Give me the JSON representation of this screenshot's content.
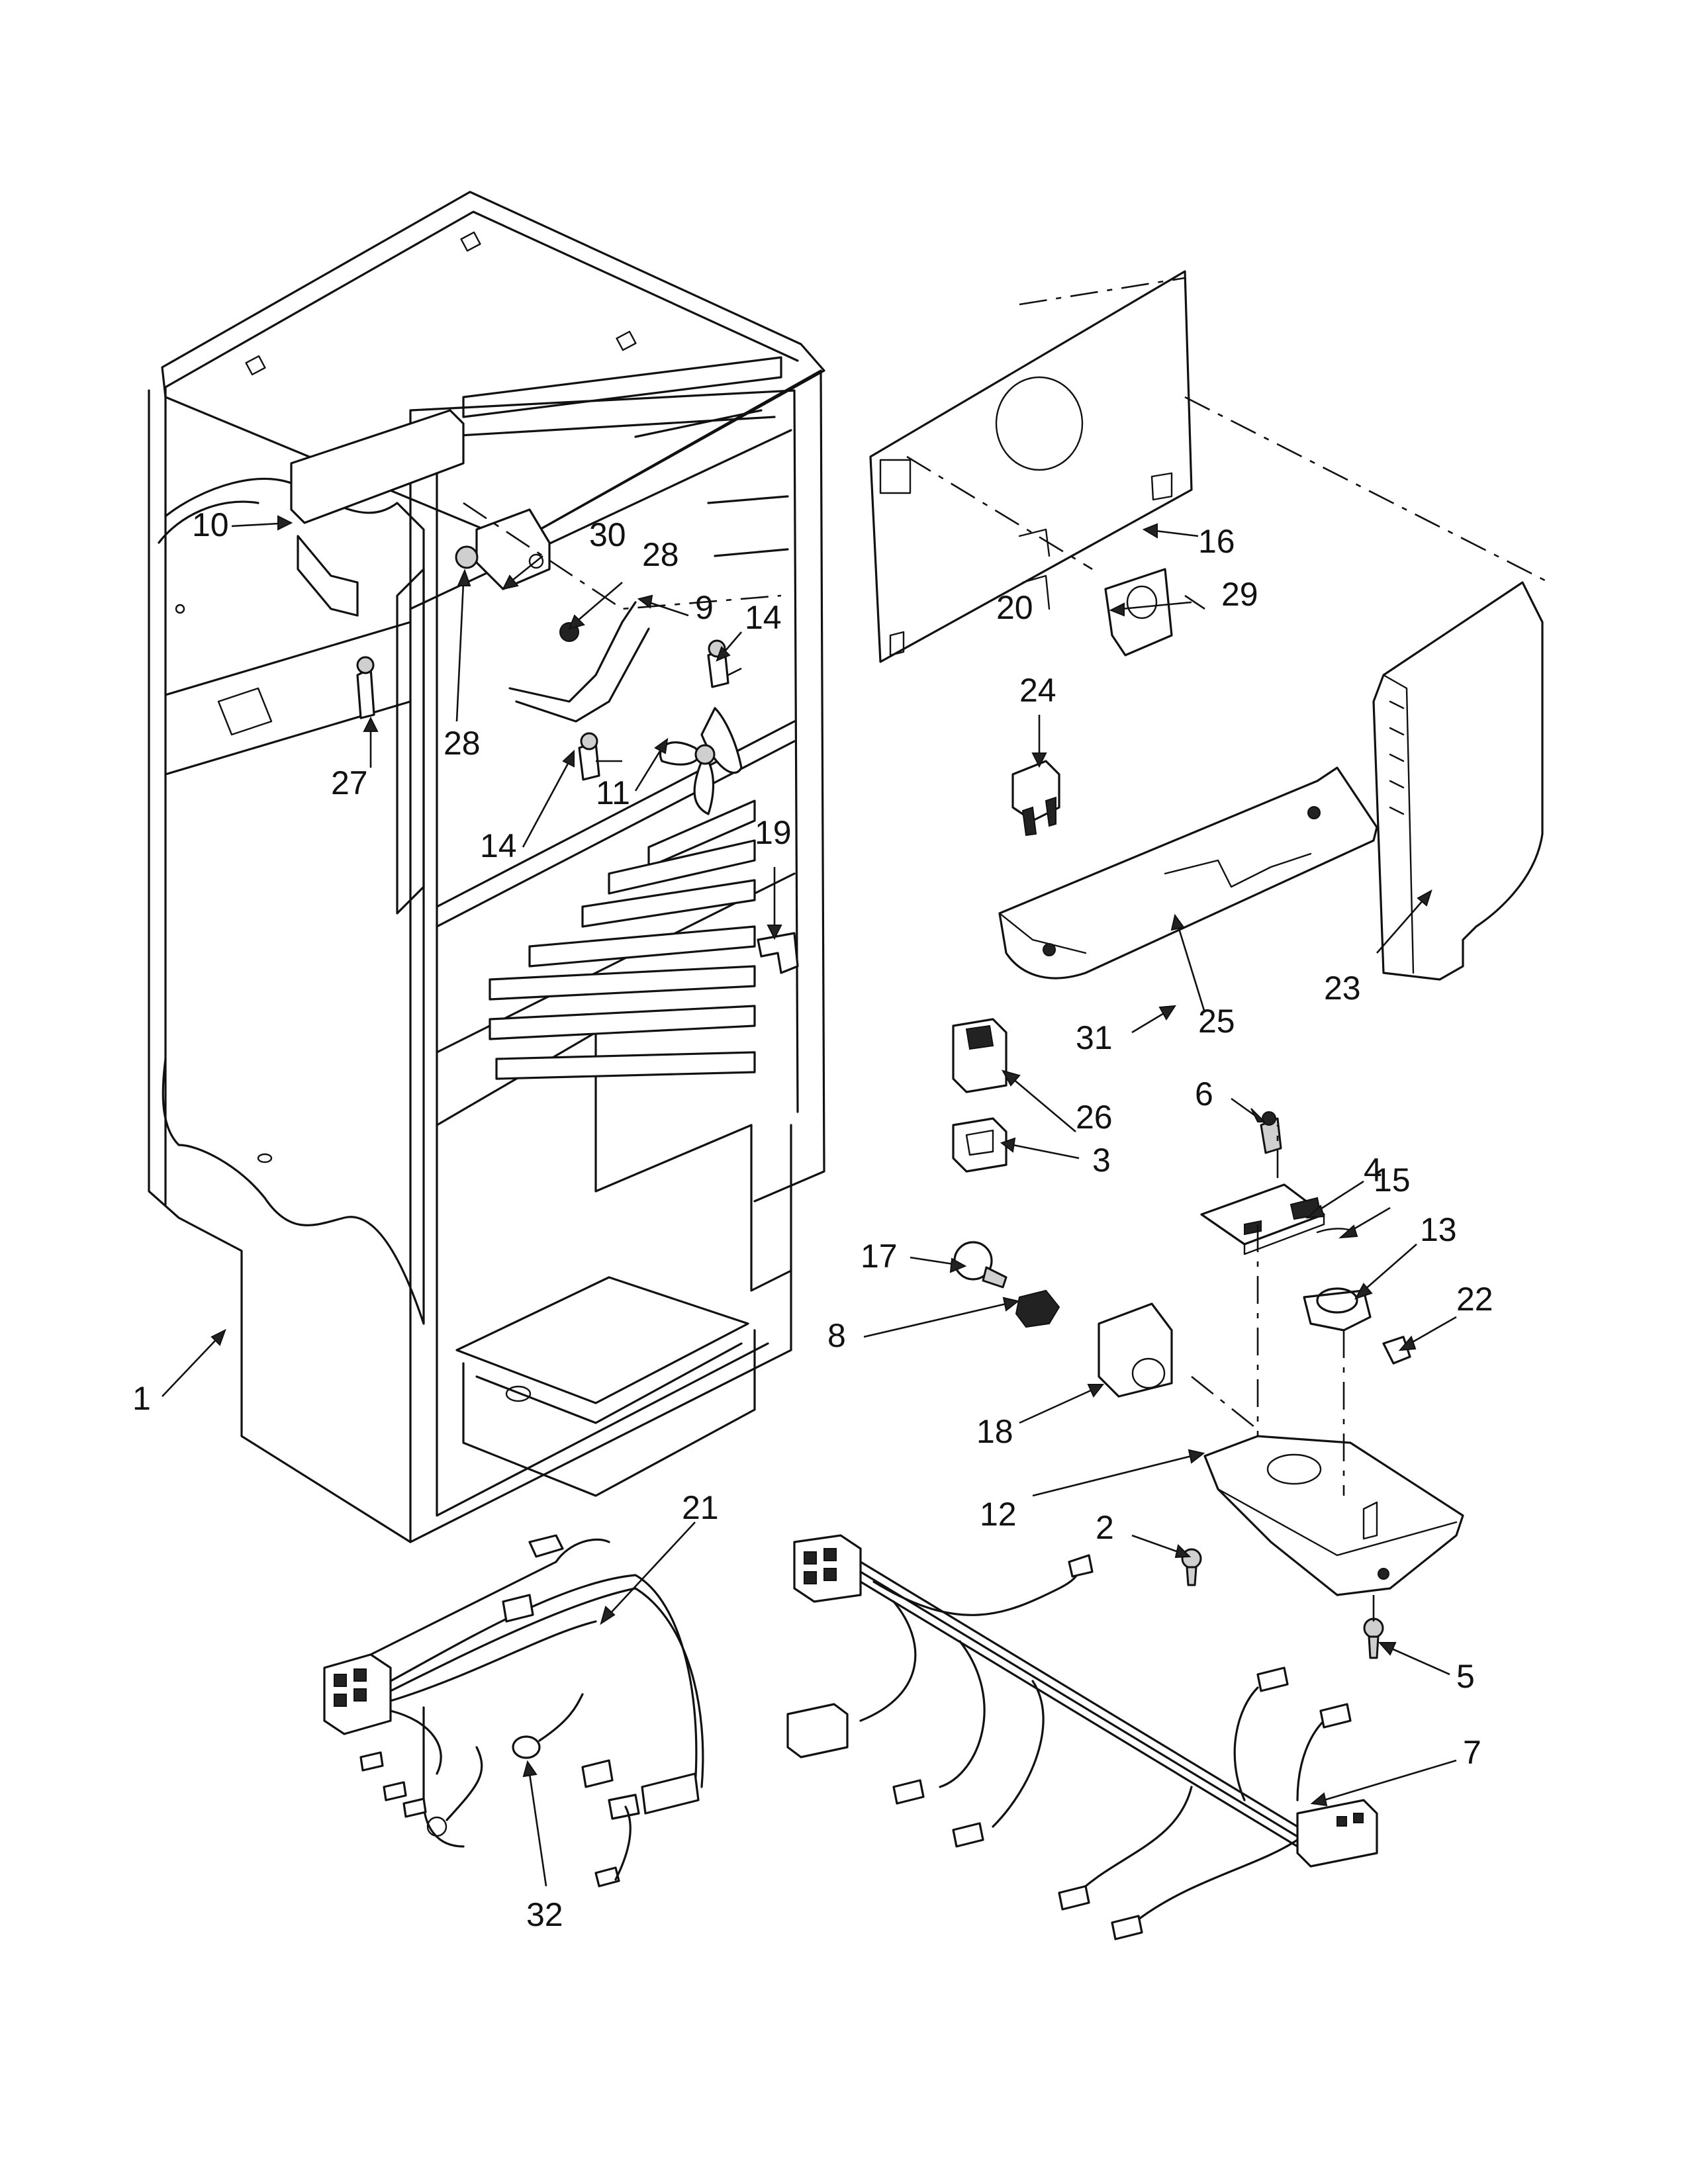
{
  "callouts": [
    {
      "num": "1"
    },
    {
      "num": "2"
    },
    {
      "num": "3"
    },
    {
      "num": "4"
    },
    {
      "num": "5"
    },
    {
      "num": "6"
    },
    {
      "num": "7"
    },
    {
      "num": "8"
    },
    {
      "num": "9"
    },
    {
      "num": "10"
    },
    {
      "num": "11"
    },
    {
      "num": "12"
    },
    {
      "num": "13"
    },
    {
      "num": "14"
    },
    {
      "num": "14"
    },
    {
      "num": "15"
    },
    {
      "num": "16"
    },
    {
      "num": "17"
    },
    {
      "num": "18"
    },
    {
      "num": "19"
    },
    {
      "num": "20"
    },
    {
      "num": "21"
    },
    {
      "num": "22"
    },
    {
      "num": "23"
    },
    {
      "num": "24"
    },
    {
      "num": "25"
    },
    {
      "num": "26"
    },
    {
      "num": "27"
    },
    {
      "num": "28"
    },
    {
      "num": "28"
    },
    {
      "num": "29"
    },
    {
      "num": "30"
    },
    {
      "num": "31"
    },
    {
      "num": "32"
    }
  ]
}
